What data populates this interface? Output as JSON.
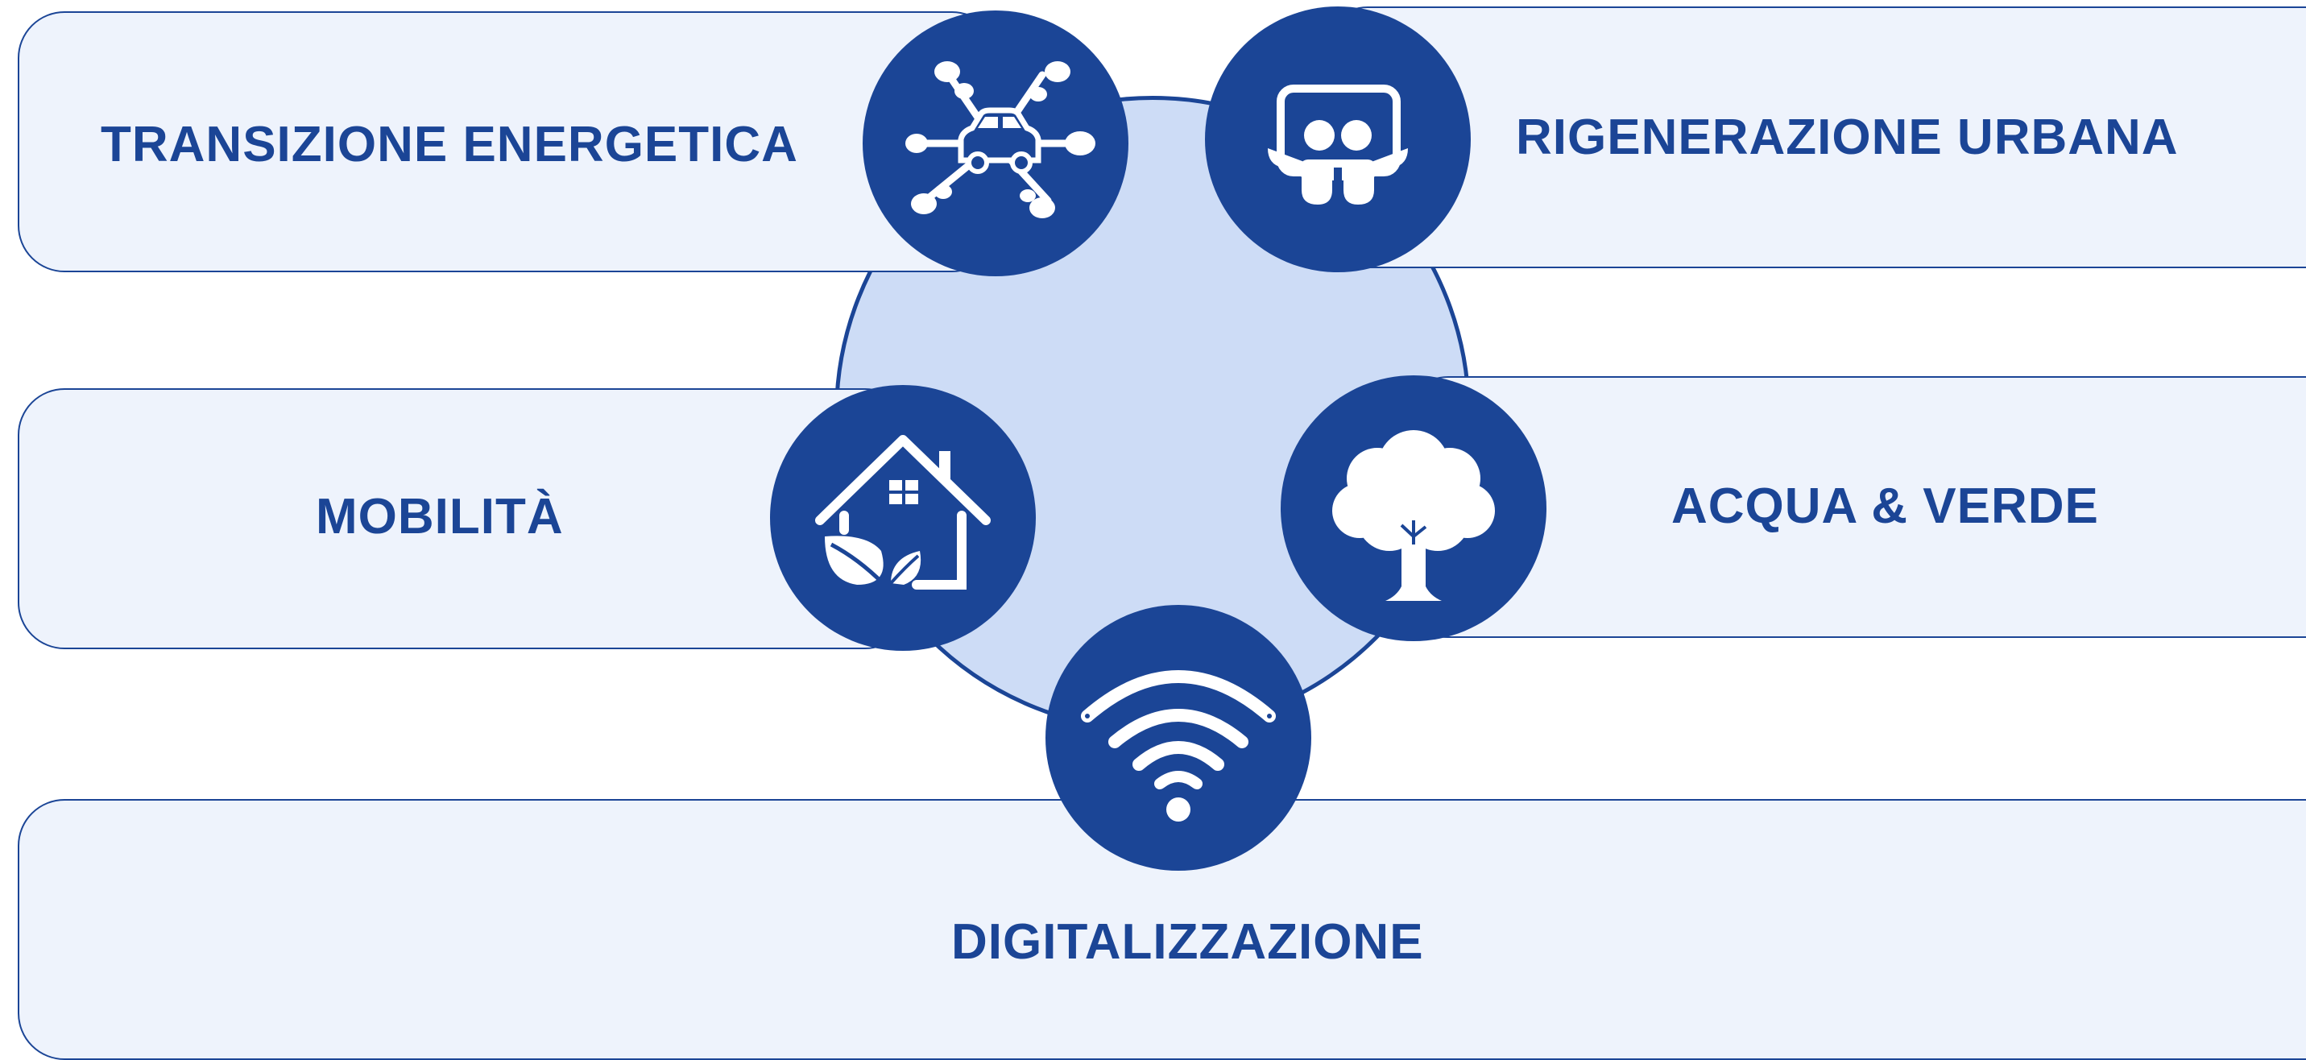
{
  "diagram": {
    "accent_color": "#1b4596",
    "ring_fill_color": "#cddcf6",
    "card_fill_color": "#eef3fc",
    "items": [
      {
        "label": "TRANSIZIONE ENERGETICA",
        "icon": "connected-car-icon"
      },
      {
        "label": "RIGENERAZIONE URBANA",
        "icon": "people-board-icon"
      },
      {
        "label": "MOBILITÀ",
        "icon": "eco-house-icon"
      },
      {
        "label": "ACQUA & VERDE",
        "icon": "tree-icon"
      },
      {
        "label": "DIGITALIZZAZIONE",
        "icon": "wifi-icon"
      }
    ]
  }
}
